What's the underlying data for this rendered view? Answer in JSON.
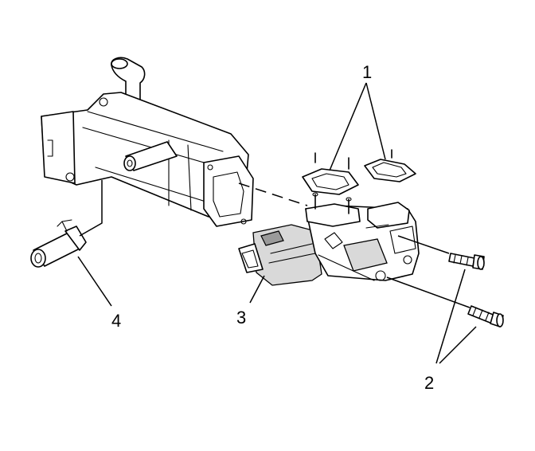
{
  "callouts": {
    "c1": "1",
    "c2": "2",
    "c3": "3",
    "c4": "4"
  },
  "colors": {
    "line": "#000000",
    "background": "#ffffff",
    "shade": "#d9d9d9"
  }
}
